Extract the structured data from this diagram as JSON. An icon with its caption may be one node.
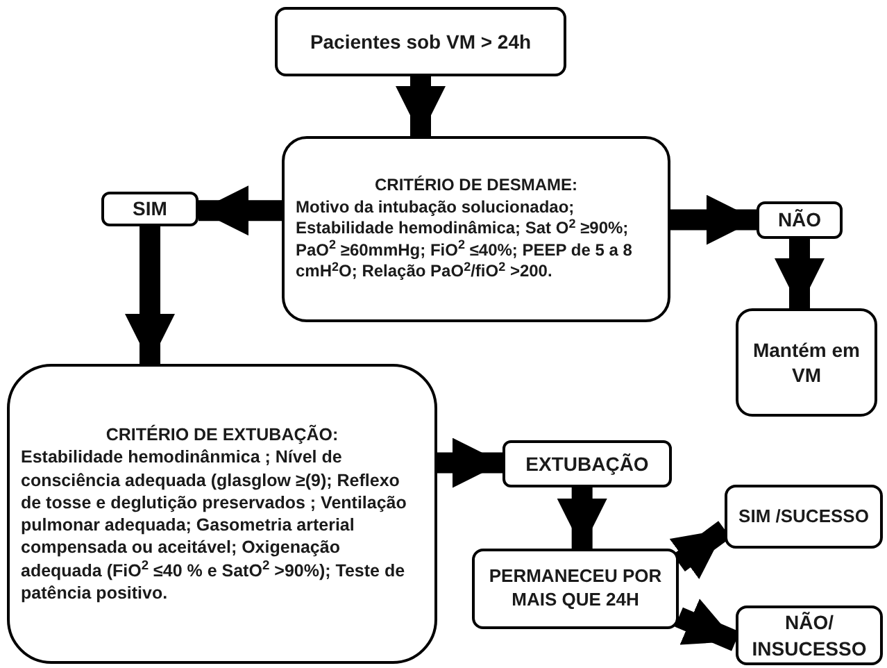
{
  "diagram": {
    "nodes": [
      {
        "text": [
          "Pacientes sob VM > 24h"
        ]
      },
      {
        "text": [
          "CRITÉRIO DE DESMAME:",
          "Motivo da intubação solucionadao; Estabilidade hemodinâmica; Sat O$^{2}$ ≥90%; PaO$^{2}$ ≥60mmHg; FiO$^{2}$ ≤40%; PEEP de 5 a 8 cmH$^{2}$O; Relação PaO$^{2}$/fiO$^{2}$ >200."
        ]
      },
      {
        "text": [
          "SIM"
        ]
      },
      {
        "text": [
          "NÃO"
        ]
      },
      {
        "text": [
          "Mantém em VM"
        ]
      },
      {
        "text": [
          "CRITÉRIO DE EXTUBAÇÃO:",
          "Estabilidade hemodinânmica ; Nível de consciência adequada (glasglow ≥(9); Reflexo de tosse e deglutição preservados ; Ventilação pulmonar adequada; Gasometria arterial compensada ou aceitável; Oxigenação adequada (FiO$^{2}$ ≤40 % e SatO$^{2}$ >90%); Teste de patência positivo."
        ]
      },
      {
        "text": [
          "EXTUBAÇÃO"
        ]
      },
      {
        "text": [
          "PERMANECEU POR MAIS QUE 24H"
        ]
      },
      {
        "text": [
          "SIM /SUCESSO"
        ]
      },
      {
        "text": [
          "NÃO/ INSUCESSO"
        ]
      }
    ],
    "edges": [
      {
        "from": 0,
        "to": 1,
        "arrow": "to"
      },
      {
        "from": 1,
        "to": 2,
        "arrow": "to"
      },
      {
        "from": 1,
        "to": 3,
        "arrow": "to"
      },
      {
        "from": 3,
        "to": 4,
        "arrow": "to"
      },
      {
        "from": 2,
        "to": 5,
        "arrow": "to"
      },
      {
        "from": 5,
        "to": 6,
        "arrow": "to"
      },
      {
        "from": 6,
        "to": 7,
        "arrow": "to"
      },
      {
        "from": 7,
        "to": 8,
        "arrow": "to"
      },
      {
        "from": 7,
        "to": 9,
        "arrow": "to"
      }
    ]
  }
}
